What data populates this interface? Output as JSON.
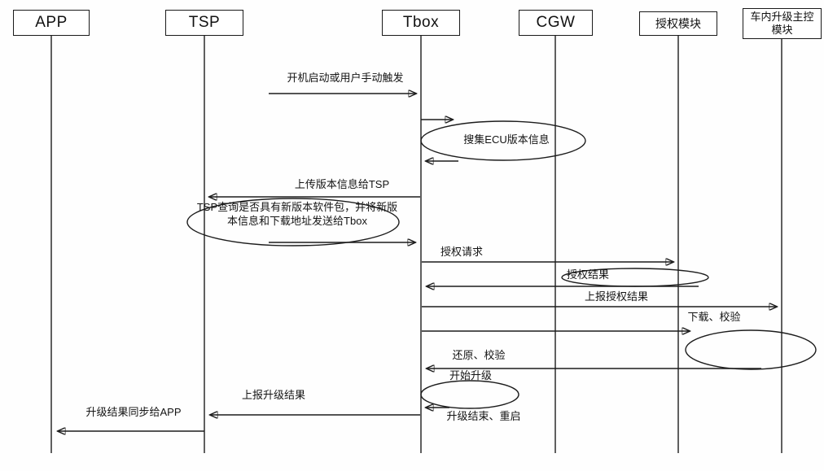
{
  "diagram": {
    "participants": [
      {
        "label": "APP"
      },
      {
        "label": "TSP"
      },
      {
        "label": "Tbox"
      },
      {
        "label": "CGW"
      },
      {
        "label": "授权模块"
      },
      {
        "label": "车内升级主控模块"
      }
    ],
    "messages": [
      {
        "label": "开机启动或用户手动触发"
      },
      {
        "label": "搜集ECU版本信息"
      },
      {
        "label": "上传版本信息给TSP"
      },
      {
        "label": "TSP查询是否具有新版本软件包，并将新版本信息和下载地址发送给Tbox"
      },
      {
        "label": "授权请求"
      },
      {
        "label": "授权结果"
      },
      {
        "label": "上报授权结果"
      },
      {
        "label": "下载、校验"
      },
      {
        "label": "还原、校验"
      },
      {
        "label": "开始升级"
      },
      {
        "label": "上报升级结果"
      },
      {
        "label": "升级结果同步给APP"
      },
      {
        "label": "升级结束、重启"
      }
    ]
  }
}
